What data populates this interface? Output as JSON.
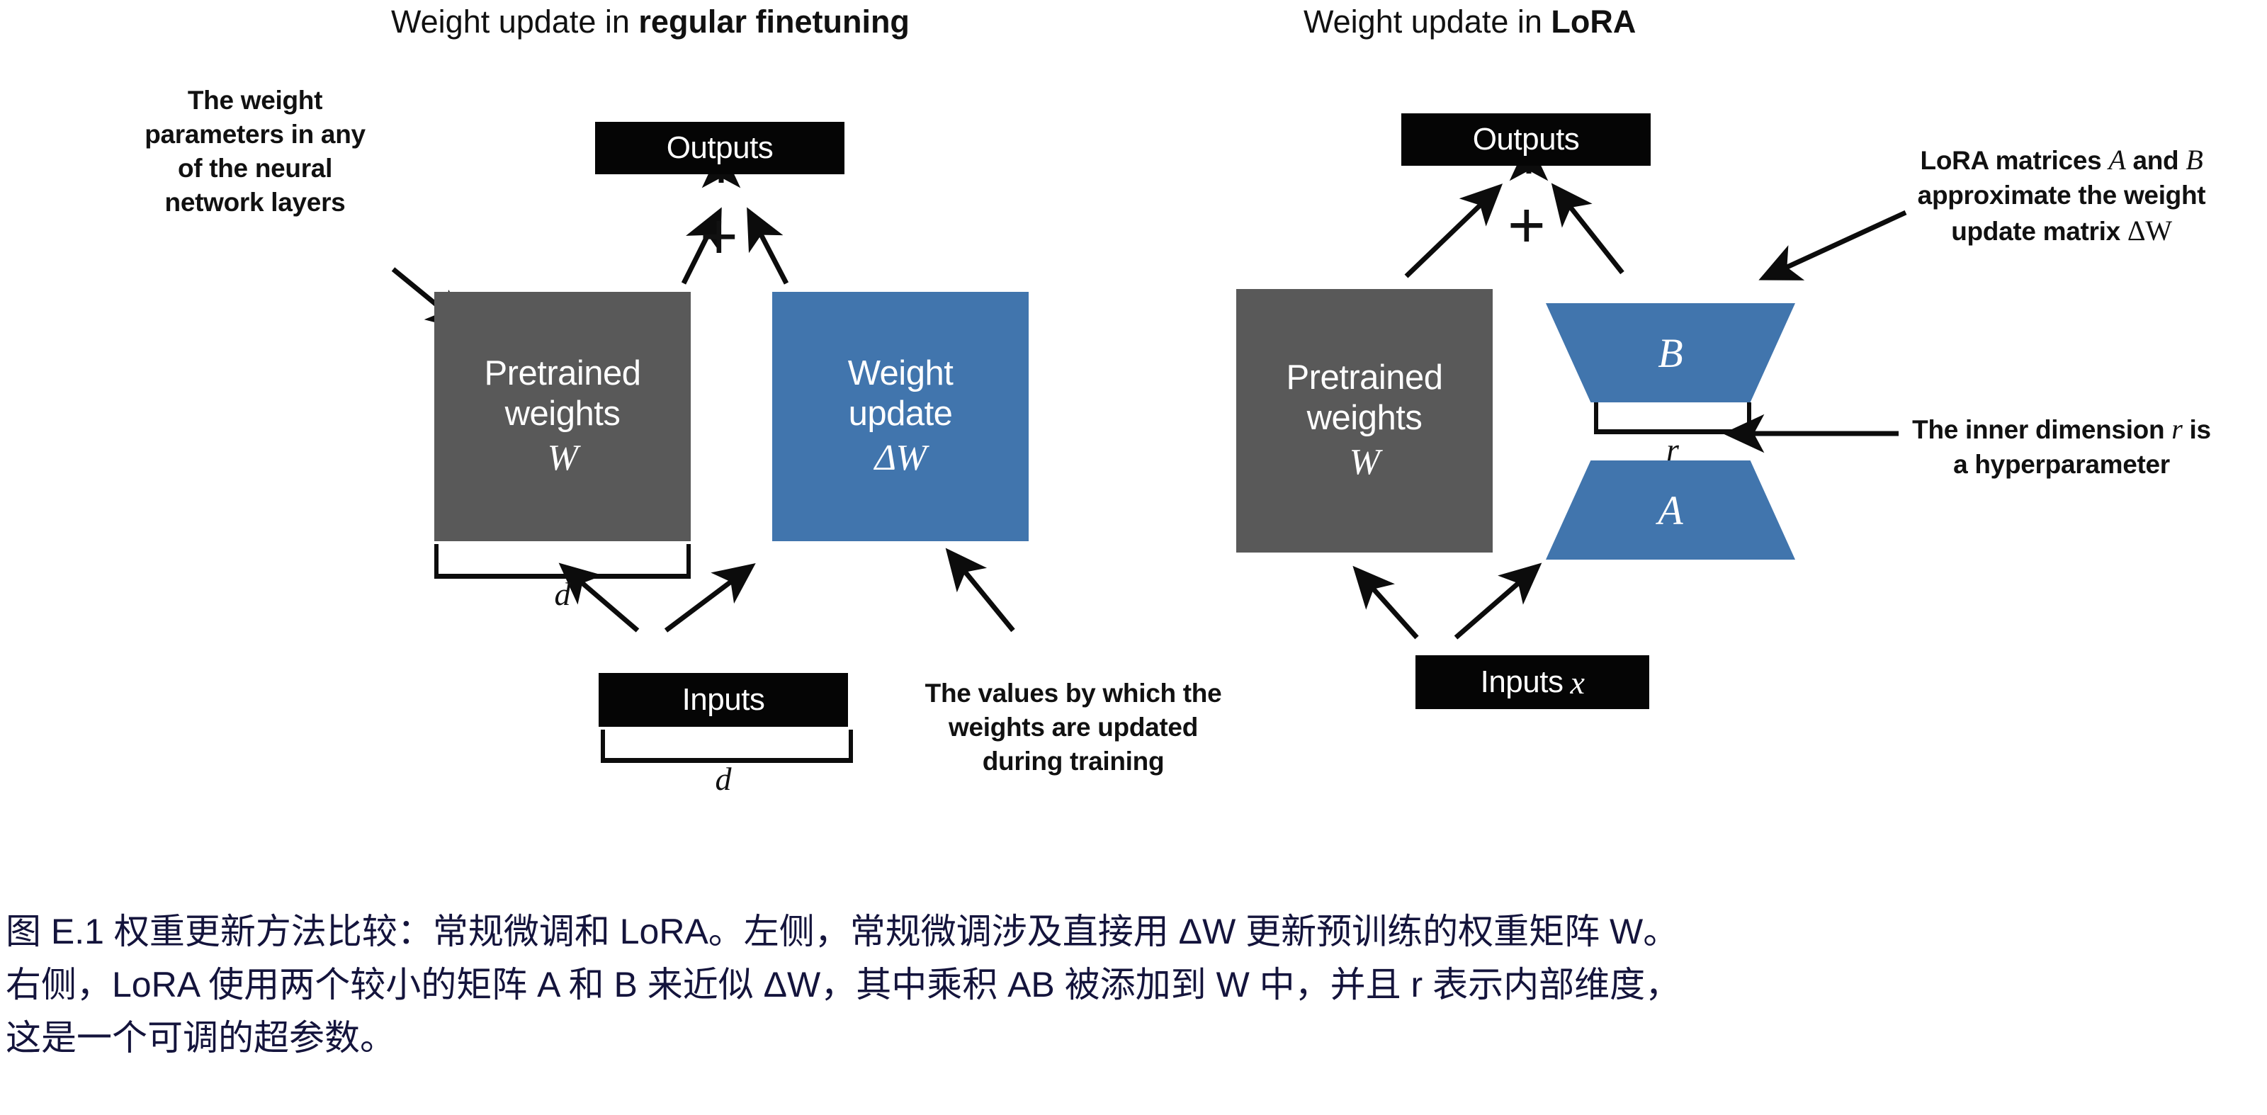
{
  "figure": {
    "left_panel": {
      "title_prefix": "Weight update in ",
      "title_bold": "regular finetuning",
      "annotation_left": "The weight parameters in any of the neural network layers",
      "annotation_bottom": "The values by which the weights are updated during training",
      "outputs_label": "Outputs",
      "inputs_label": "Inputs",
      "plus_symbol": "+",
      "pretrained_line1": "Pretrained",
      "pretrained_line2": "weights",
      "pretrained_symbol": "W",
      "update_line1": "Weight",
      "update_line2": "update",
      "update_symbol": "ΔW",
      "dim_under_weights": "d",
      "dim_under_inputs": "d"
    },
    "right_panel": {
      "title_prefix": "Weight update in ",
      "title_bold": "LoRA",
      "annotation_top": "LoRA matrices A and B approximate the weight update matrix ΔW",
      "annotation_bottom": "The inner dimension r is a hyperparameter",
      "outputs_label": "Outputs",
      "inputs_label": "Inputs",
      "inputs_symbol": "x",
      "plus_symbol": "+",
      "pretrained_line1": "Pretrained",
      "pretrained_line2": "weights",
      "pretrained_symbol": "W",
      "matrix_b_label": "B",
      "matrix_a_label": "A",
      "inner_dim_label": "r"
    },
    "annotation_fragments": {
      "left_l1": "The weight",
      "left_l2": "parameters in any",
      "left_l3": "of the neural",
      "left_l4": "network layers",
      "bottom_l1": "The values by which the",
      "bottom_l2": "weights are updated",
      "bottom_l3": "during training",
      "lora_top_l1_a": "LoRA matrices ",
      "lora_top_l1_A": "A",
      "lora_top_l1_b": " and ",
      "lora_top_l1_B": "B",
      "lora_top_l2": "approximate the weight",
      "lora_top_l3_a": "update matrix ",
      "lora_top_l3_dw": "ΔW",
      "lora_bot_l1_a": "The inner dimension ",
      "lora_bot_l1_r": "r",
      "lora_bot_l1_b": " is",
      "lora_bot_l2": "a hyperparameter"
    },
    "caption": {
      "line1": "图 E.1 权重更新方法比较：常规微调和 LoRA。左侧，常规微调涉及直接用 ΔW 更新预训练的权重矩阵 W。",
      "line2": "右侧，LoRA 使用两个较小的矩阵 A 和 B 来近似 ΔW，其中乘积 AB 被添加到 W 中，并且 r 表示内部维度，",
      "line3": "这是一个可调的超参数。"
    },
    "colors": {
      "blue": "#4175ad",
      "gray": "#595959",
      "black": "#050505",
      "caption_text": "#14143c"
    }
  }
}
